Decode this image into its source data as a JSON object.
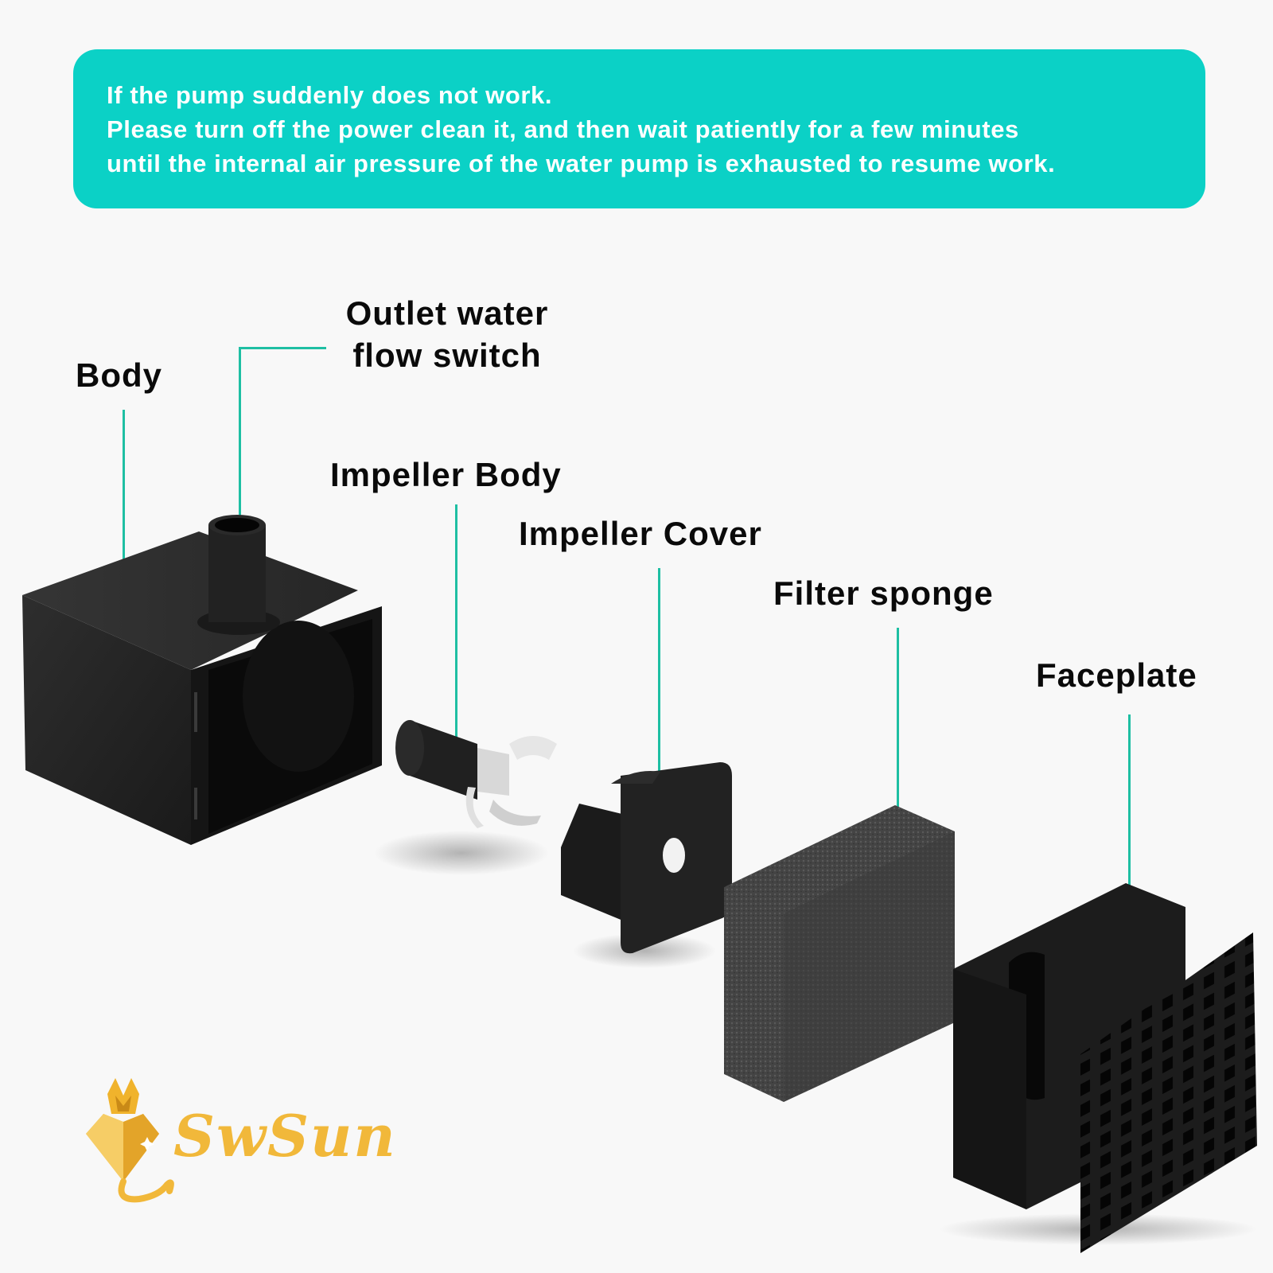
{
  "banner": {
    "lines": [
      "If the pump suddenly does not work.",
      "Please turn off the power clean it, and then wait patiently for a few minutes",
      "until the internal air pressure of the water pump is exhausted to resume work."
    ],
    "background_color": "#0bd1c6",
    "text_color": "#ffffff"
  },
  "labels": {
    "body": "Body",
    "outlet_line1": "Outlet water",
    "outlet_line2": "flow switch",
    "impeller_body": "Impeller Body",
    "impeller_cover": "Impeller Cover",
    "filter_sponge": "Filter sponge",
    "faceplate": "Faceplate"
  },
  "leader_color": "#1ebfa3",
  "logo": {
    "brand": "SwSun",
    "icon": "fox-diamond-heart-icon",
    "color": "#f1b83a"
  },
  "parts": [
    {
      "name": "Body",
      "icon": "pump-body-image"
    },
    {
      "name": "Outlet water flow switch",
      "icon": "outlet-nozzle-image"
    },
    {
      "name": "Impeller Body",
      "icon": "impeller-image"
    },
    {
      "name": "Impeller Cover",
      "icon": "impeller-cover-image"
    },
    {
      "name": "Filter sponge",
      "icon": "filter-sponge-image"
    },
    {
      "name": "Faceplate",
      "icon": "faceplate-image"
    }
  ]
}
